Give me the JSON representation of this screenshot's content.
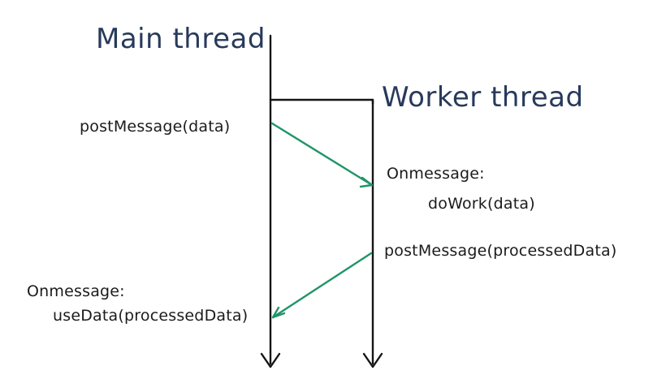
{
  "main_thread": {
    "title": "Main thread",
    "post_message": "postMessage(data)",
    "on_message": "Onmessage:",
    "use_data": "useData(processedData)"
  },
  "worker_thread": {
    "title": "Worker thread",
    "on_message": "Onmessage:",
    "do_work": "doWork(data)",
    "post_message": "postMessage(processedData)"
  },
  "colors": {
    "title_ink": "#273a5c",
    "text_ink": "#1b1b1b",
    "line_ink": "#151515",
    "arrow_green": "#1f9568"
  }
}
